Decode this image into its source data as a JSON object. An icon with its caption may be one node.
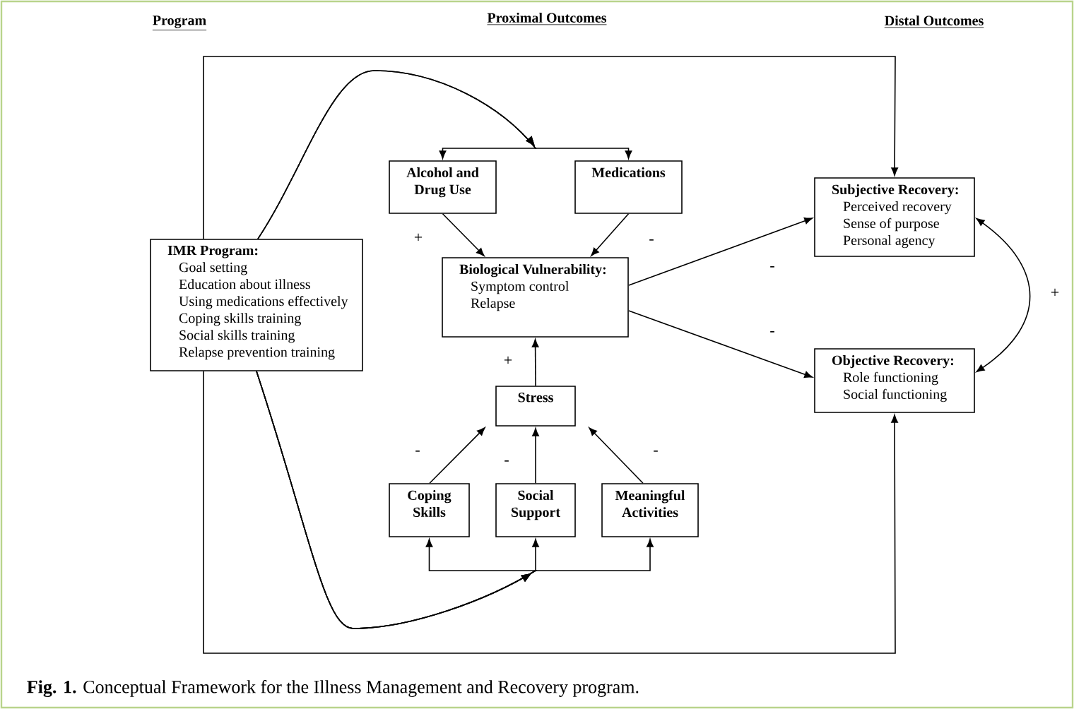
{
  "diagram": {
    "caption": "**Fig. 1.** Conceptual Framework for the Illness Management and Recovery program.",
    "nodes": [
      {
        "text": [
          "IMR Program:",
          "Goal setting",
          "Education about illness",
          "Using medications effectively",
          "Coping skills training",
          "Social skills training",
          "Relapse prevention training"
        ]
      },
      {
        "text": [
          "Alcohol and Drug Use"
        ]
      },
      {
        "text": [
          "Medications"
        ]
      },
      {
        "text": [
          "Biological Vulnerability:",
          "Symptom control",
          "Relapse"
        ]
      },
      {
        "text": [
          "Stress"
        ]
      },
      {
        "text": [
          "Coping Skills"
        ]
      },
      {
        "text": [
          "Social Support"
        ]
      },
      {
        "text": [
          "Meaningful Activities"
        ]
      },
      {
        "text": [
          "Subjective Recovery:",
          "Perceived recovery",
          "Sense of purpose",
          "Personal agency"
        ]
      },
      {
        "text": [
          "Objective Recovery:",
          "Role functioning",
          "Social functioning"
        ]
      }
    ],
    "edges": [
      {
        "from": 0,
        "to": 1,
        "arrow": "to"
      },
      {
        "from": 0,
        "to": 2,
        "arrow": "to"
      },
      {
        "from": 0,
        "to": 5,
        "arrow": "to"
      },
      {
        "from": 0,
        "to": 6,
        "arrow": "to"
      },
      {
        "from": 0,
        "to": 7,
        "arrow": "to"
      },
      {
        "from": 0,
        "to": 8,
        "arrow": "to"
      },
      {
        "from": 0,
        "to": 9,
        "arrow": "to"
      },
      {
        "from": 1,
        "to": 3,
        "arrow": "to",
        "label": "+"
      },
      {
        "from": 2,
        "to": 3,
        "arrow": "to",
        "label": "-"
      },
      {
        "from": 3,
        "to": 8,
        "arrow": "to",
        "label": "-"
      },
      {
        "from": 3,
        "to": 9,
        "arrow": "to",
        "label": "-"
      },
      {
        "from": 4,
        "to": 3,
        "arrow": "to",
        "label": "+"
      },
      {
        "from": 5,
        "to": 4,
        "arrow": "to",
        "label": "-"
      },
      {
        "from": 6,
        "to": 4,
        "arrow": "to",
        "label": "-"
      },
      {
        "from": 7,
        "to": 4,
        "arrow": "to",
        "label": "-"
      },
      {
        "from": 8,
        "to": 9,
        "arrow": "both",
        "label": "+"
      }
    ],
    "labels": [
      "Program",
      "Proximal Outcomes",
      "Distal Outcomes"
    ]
  }
}
